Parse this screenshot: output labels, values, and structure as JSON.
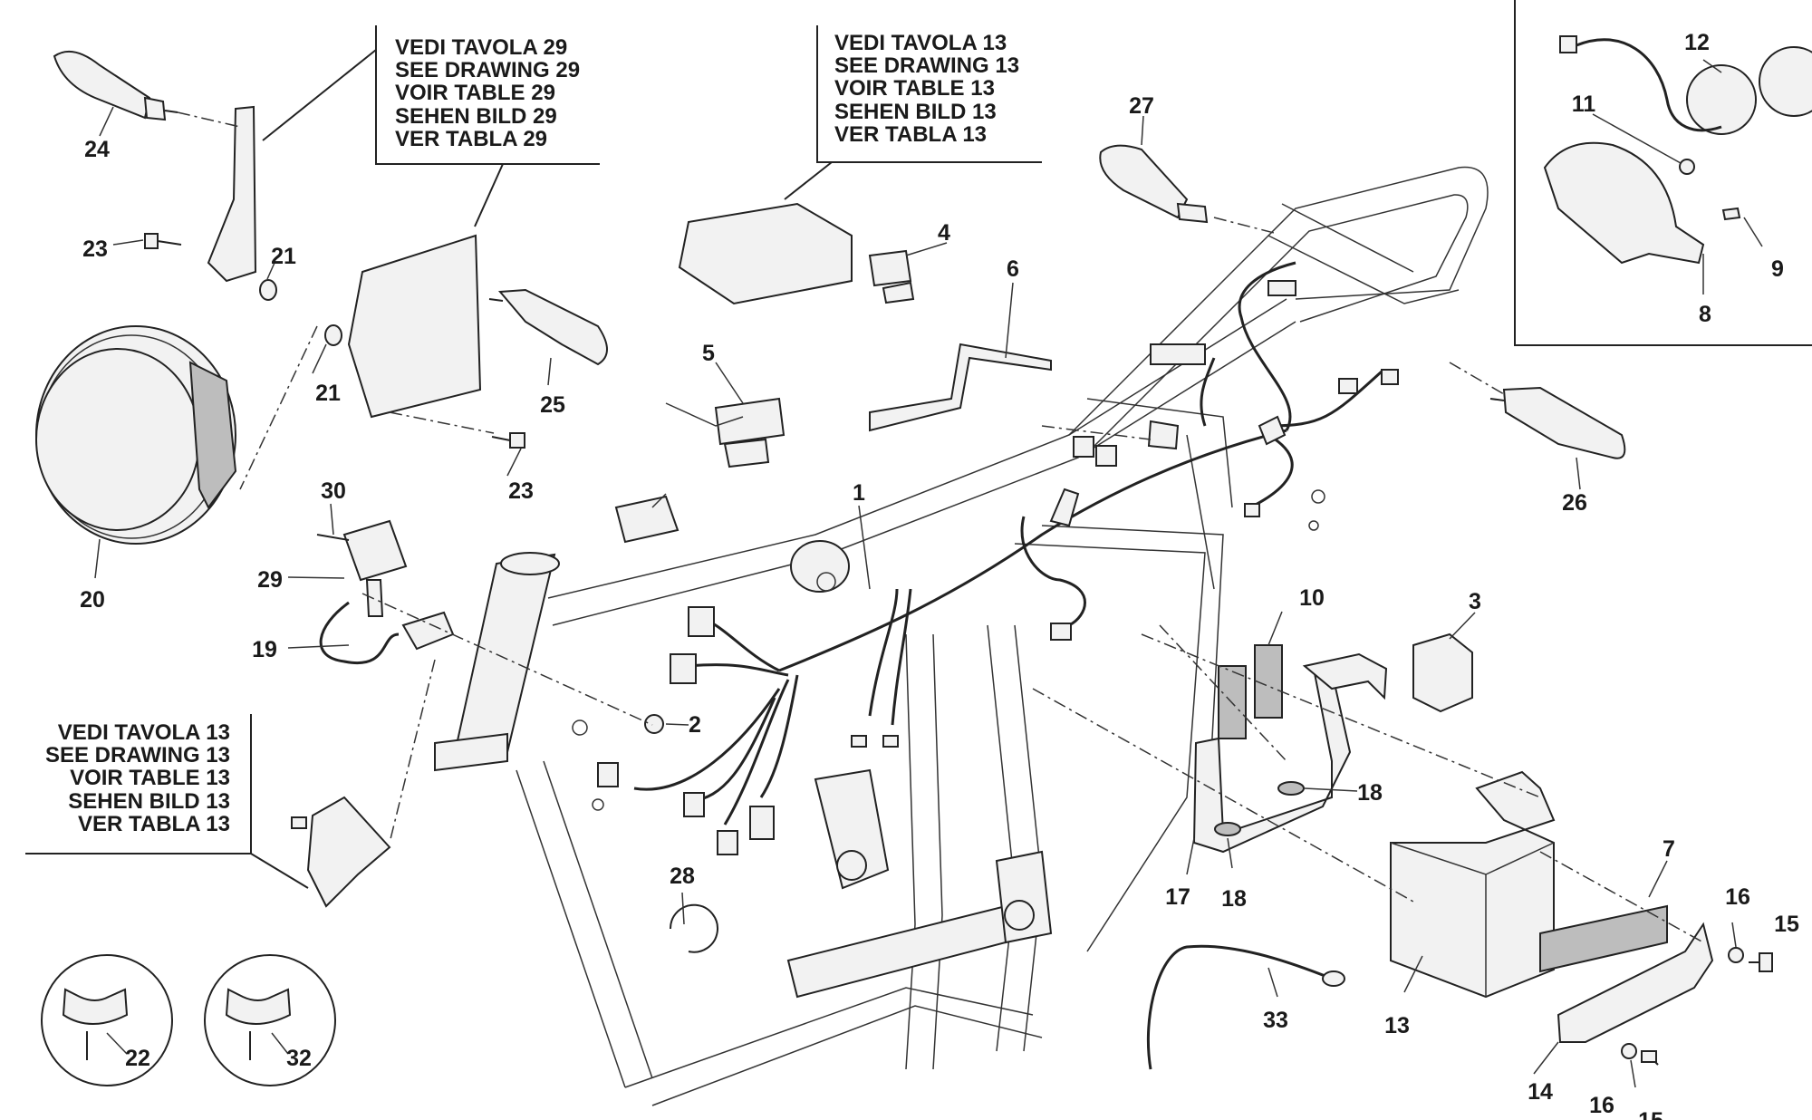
{
  "callouts": {
    "c1": "1",
    "c2": "2",
    "c3": "3",
    "c4": "4",
    "c5": "5",
    "c6": "6",
    "c7": "7",
    "c8": "8",
    "c9": "9",
    "c10": "10",
    "c11": "11",
    "c12": "12",
    "c13": "13",
    "c14": "14",
    "c15": "15",
    "c16": "16",
    "c17": "17",
    "c18": "18",
    "c19": "19",
    "c20": "20",
    "c21": "21",
    "c22": "22",
    "c23": "23",
    "c24": "24",
    "c25": "25",
    "c26": "26",
    "c27": "27",
    "c28": "28",
    "c29": "29",
    "c30": "30",
    "c32": "32",
    "c33": "33"
  },
  "notes": {
    "drawing29": [
      "VEDI TAVOLA 29",
      "SEE DRAWING 29",
      "VOIR TABLE 29",
      "SEHEN BILD 29",
      "VER TABLA 29"
    ],
    "drawing13": [
      "VEDI TAVOLA 13",
      "SEE DRAWING 13",
      "VOIR TABLE 13",
      "SEHEN BILD 13",
      "VER TABLA 13"
    ]
  }
}
